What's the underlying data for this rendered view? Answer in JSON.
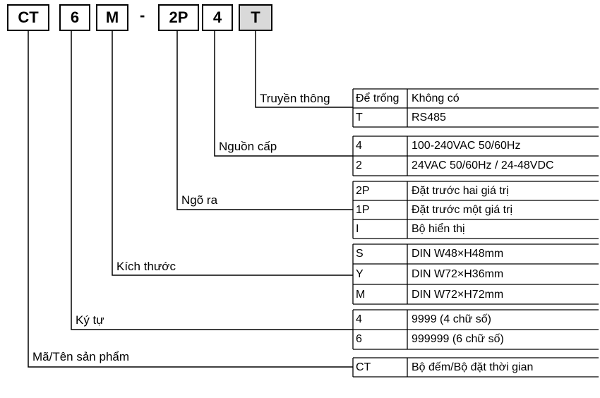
{
  "code": {
    "parts": [
      {
        "text": "CT",
        "shaded": false
      },
      {
        "text": "6",
        "shaded": false
      },
      {
        "text": "M",
        "shaded": false
      },
      {
        "text": "2P",
        "shaded": false
      },
      {
        "text": "4",
        "shaded": false
      },
      {
        "text": "T",
        "shaded": true
      }
    ],
    "separator": "-"
  },
  "groups": [
    {
      "label": "Truyền thông",
      "rows": [
        {
          "code": "Để trống",
          "desc": "Không có"
        },
        {
          "code": "T",
          "desc": "RS485"
        }
      ]
    },
    {
      "label": "Nguồn cấp",
      "rows": [
        {
          "code": "4",
          "desc": "100-240VAC 50/60Hz"
        },
        {
          "code": "2",
          "desc": "24VAC 50/60Hz / 24-48VDC"
        }
      ]
    },
    {
      "label": "Ngõ ra",
      "rows": [
        {
          "code": "2P",
          "desc": "Đặt trước hai giá trị"
        },
        {
          "code": "1P",
          "desc": "Đặt trước một giá trị"
        },
        {
          "code": "I",
          "desc": "Bộ hiển thị"
        }
      ]
    },
    {
      "label": "Kích thước",
      "rows": [
        {
          "code": "S",
          "desc": "DIN W48×H48mm"
        },
        {
          "code": "Y",
          "desc": "DIN W72×H36mm"
        },
        {
          "code": "M",
          "desc": "DIN W72×H72mm"
        }
      ]
    },
    {
      "label": "Ký tự",
      "rows": [
        {
          "code": "4",
          "desc": "9999 (4 chữ số)"
        },
        {
          "code": "6",
          "desc": "999999 (6 chữ số)"
        }
      ]
    },
    {
      "label": "Mã/Tên sản phẩm",
      "rows": [
        {
          "code": "CT",
          "desc": "Bộ đếm/Bộ đặt thời gian"
        }
      ]
    }
  ]
}
